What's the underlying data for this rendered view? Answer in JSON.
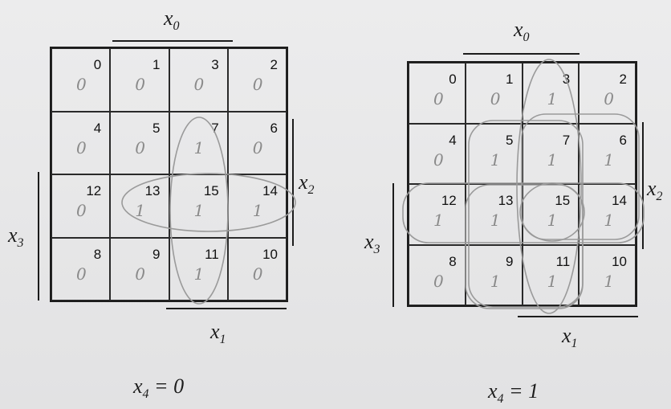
{
  "maps": [
    {
      "id": "left",
      "cells": [
        {
          "num": "0",
          "val": "0"
        },
        {
          "num": "1",
          "val": "0"
        },
        {
          "num": "3",
          "val": "0"
        },
        {
          "num": "2",
          "val": "0"
        },
        {
          "num": "4",
          "val": "0"
        },
        {
          "num": "5",
          "val": "0"
        },
        {
          "num": "7",
          "val": "1"
        },
        {
          "num": "6",
          "val": "0"
        },
        {
          "num": "12",
          "val": "0"
        },
        {
          "num": "13",
          "val": "1"
        },
        {
          "num": "15",
          "val": "1"
        },
        {
          "num": "14",
          "val": "1"
        },
        {
          "num": "8",
          "val": "0"
        },
        {
          "num": "9",
          "val": "0"
        },
        {
          "num": "11",
          "val": "1"
        },
        {
          "num": "10",
          "val": "0"
        }
      ],
      "labels": {
        "x0": "x",
        "x0_sub": "0",
        "x1": "x",
        "x1_sub": "1",
        "x2": "x",
        "x2_sub": "2",
        "x3": "x",
        "x3_sub": "3"
      },
      "caption": {
        "var": "x",
        "sub": "4",
        "value": "= 0"
      }
    },
    {
      "id": "right",
      "cells": [
        {
          "num": "0",
          "val": "0"
        },
        {
          "num": "1",
          "val": "0"
        },
        {
          "num": "3",
          "val": "1"
        },
        {
          "num": "2",
          "val": "0"
        },
        {
          "num": "4",
          "val": "0"
        },
        {
          "num": "5",
          "val": "1"
        },
        {
          "num": "7",
          "val": "1"
        },
        {
          "num": "6",
          "val": "1"
        },
        {
          "num": "12",
          "val": "1"
        },
        {
          "num": "13",
          "val": "1"
        },
        {
          "num": "15",
          "val": "1"
        },
        {
          "num": "14",
          "val": "1"
        },
        {
          "num": "8",
          "val": "0"
        },
        {
          "num": "9",
          "val": "1"
        },
        {
          "num": "11",
          "val": "1"
        },
        {
          "num": "10",
          "val": "1"
        }
      ],
      "labels": {
        "x0": "x",
        "x0_sub": "0",
        "x1": "x",
        "x1_sub": "1",
        "x2": "x",
        "x2_sub": "2",
        "x3": "x",
        "x3_sub": "3"
      },
      "caption": {
        "var": "x",
        "sub": "4",
        "value": "= 1"
      }
    }
  ],
  "colors": {
    "ink": "#1c1c1c",
    "pencil": "#9a9a9a",
    "paper": "#e9e9ea"
  }
}
